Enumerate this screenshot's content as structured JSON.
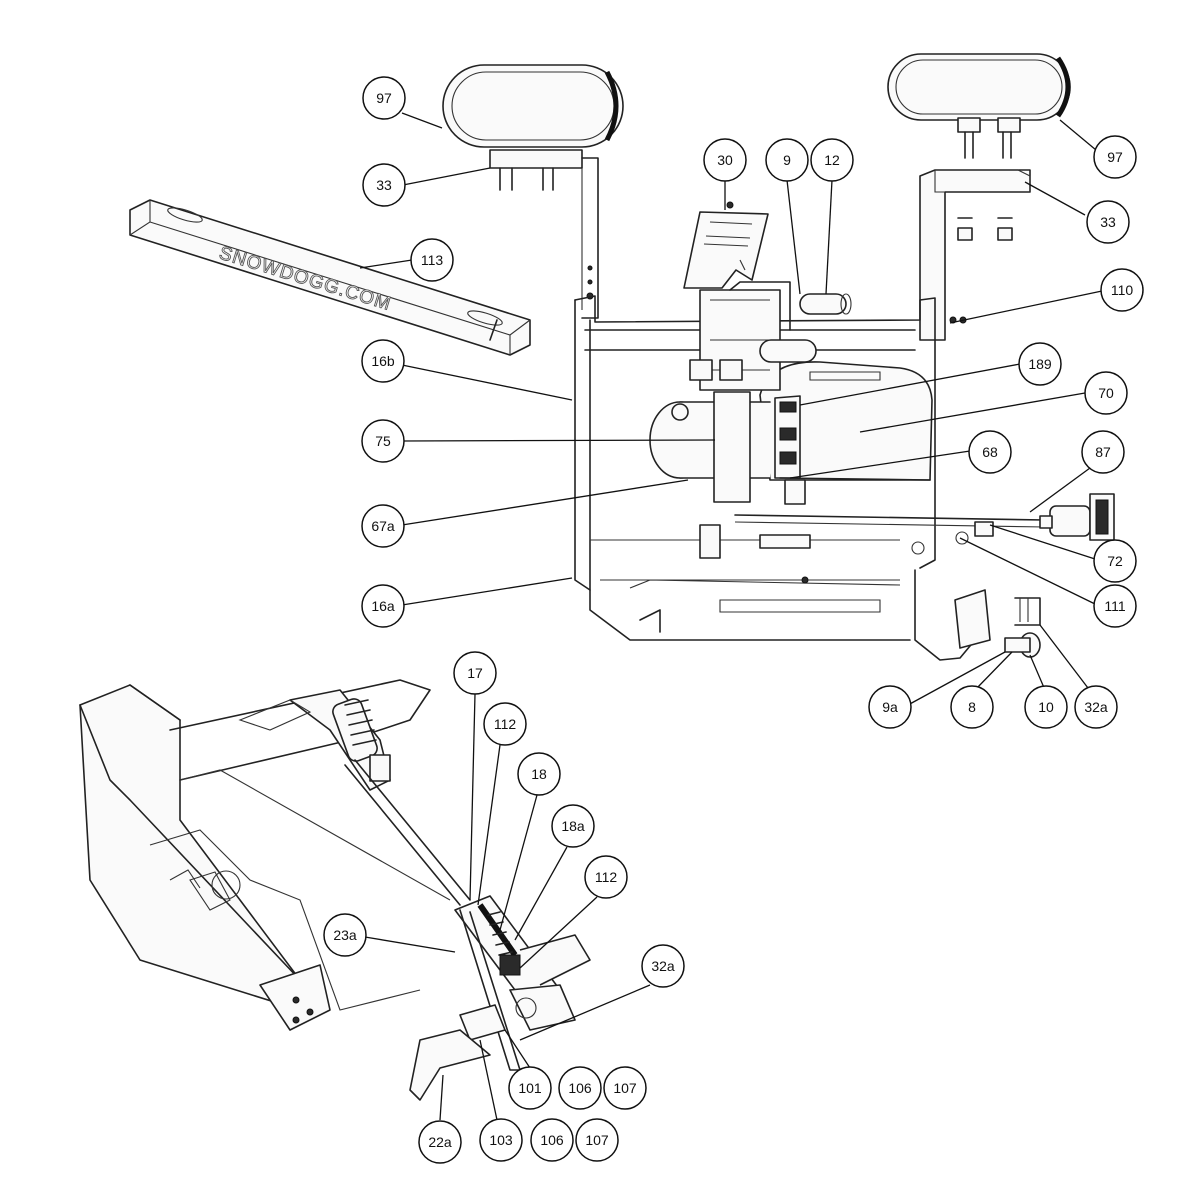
{
  "diagram": {
    "brand_text": "SNOWDOGG.COM",
    "callouts": [
      {
        "id": "c-97-left",
        "label": "97"
      },
      {
        "id": "c-33-left",
        "label": "33"
      },
      {
        "id": "c-113",
        "label": "113"
      },
      {
        "id": "c-16b",
        "label": "16b"
      },
      {
        "id": "c-75",
        "label": "75"
      },
      {
        "id": "c-67a",
        "label": "67a"
      },
      {
        "id": "c-16a",
        "label": "16a"
      },
      {
        "id": "c-30",
        "label": "30"
      },
      {
        "id": "c-9",
        "label": "9"
      },
      {
        "id": "c-12",
        "label": "12"
      },
      {
        "id": "c-97-right",
        "label": "97"
      },
      {
        "id": "c-33-right",
        "label": "33"
      },
      {
        "id": "c-110",
        "label": "110"
      },
      {
        "id": "c-189",
        "label": "189"
      },
      {
        "id": "c-70",
        "label": "70"
      },
      {
        "id": "c-68",
        "label": "68"
      },
      {
        "id": "c-87",
        "label": "87"
      },
      {
        "id": "c-72",
        "label": "72"
      },
      {
        "id": "c-111",
        "label": "111"
      },
      {
        "id": "c-9a",
        "label": "9a"
      },
      {
        "id": "c-8",
        "label": "8"
      },
      {
        "id": "c-10",
        "label": "10"
      },
      {
        "id": "c-32a-top",
        "label": "32a"
      },
      {
        "id": "c-17",
        "label": "17"
      },
      {
        "id": "c-112-top",
        "label": "112"
      },
      {
        "id": "c-18",
        "label": "18"
      },
      {
        "id": "c-18a",
        "label": "18a"
      },
      {
        "id": "c-112-bottom",
        "label": "112"
      },
      {
        "id": "c-23a",
        "label": "23a"
      },
      {
        "id": "c-32a-bottom",
        "label": "32a"
      },
      {
        "id": "c-101",
        "label": "101"
      },
      {
        "id": "c-106-upper",
        "label": "106"
      },
      {
        "id": "c-107-upper",
        "label": "107"
      },
      {
        "id": "c-22a",
        "label": "22a"
      },
      {
        "id": "c-103",
        "label": "103"
      },
      {
        "id": "c-106-lower",
        "label": "106"
      },
      {
        "id": "c-107-lower",
        "label": "107"
      }
    ]
  }
}
